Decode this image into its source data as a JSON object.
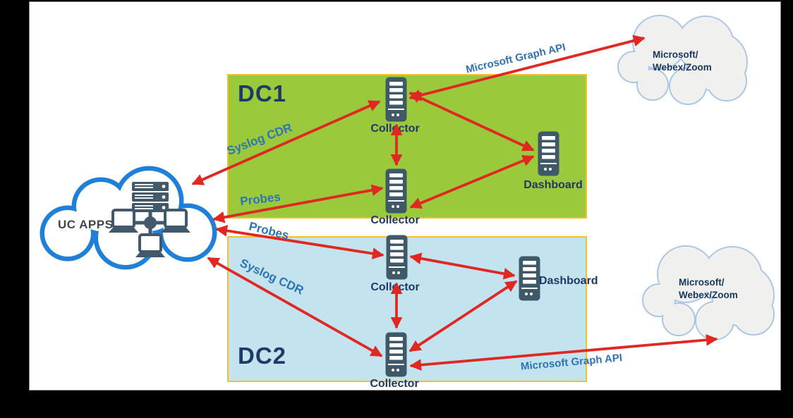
{
  "uc_cloud": {
    "label": "UC APPS"
  },
  "dc1": {
    "title": "DC1",
    "collector_top": "Collector",
    "collector_bottom": "Collector",
    "dashboard": "Dashboard"
  },
  "dc2": {
    "title": "DC2",
    "collector_top": "Collector",
    "collector_bottom": "Collector",
    "dashboard": "Dashboard"
  },
  "remote_cloud_top": {
    "line1": "Microsoft/",
    "line2": "Webex/Zoom"
  },
  "remote_cloud_bottom": {
    "line1": "Microsoft/",
    "line2": "Webex/Zoom"
  },
  "flow_labels": {
    "dc1_syslog": "Syslog CDR",
    "dc1_probes": "Probes",
    "graph_api_top": "Microsoft Graph API",
    "dc2_probes": "Probes",
    "dc2_syslog": "Syslog CDR",
    "graph_api_bottom": "Microsoft Graph API"
  },
  "colors": {
    "dc1_fill": "#9ACA3C",
    "dc2_fill": "#C3E4EF",
    "box_border": "#EFC132",
    "arrow_red": "#E02722",
    "flow_label_blue": "#2E74B5",
    "node_label_navy": "#1F3864",
    "uc_cloud_stroke": "#1E80D8",
    "remote_cloud_fill": "#F0F0EE",
    "remote_cloud_stroke": "#A9C7E5",
    "server_icon": "#3F5968"
  }
}
